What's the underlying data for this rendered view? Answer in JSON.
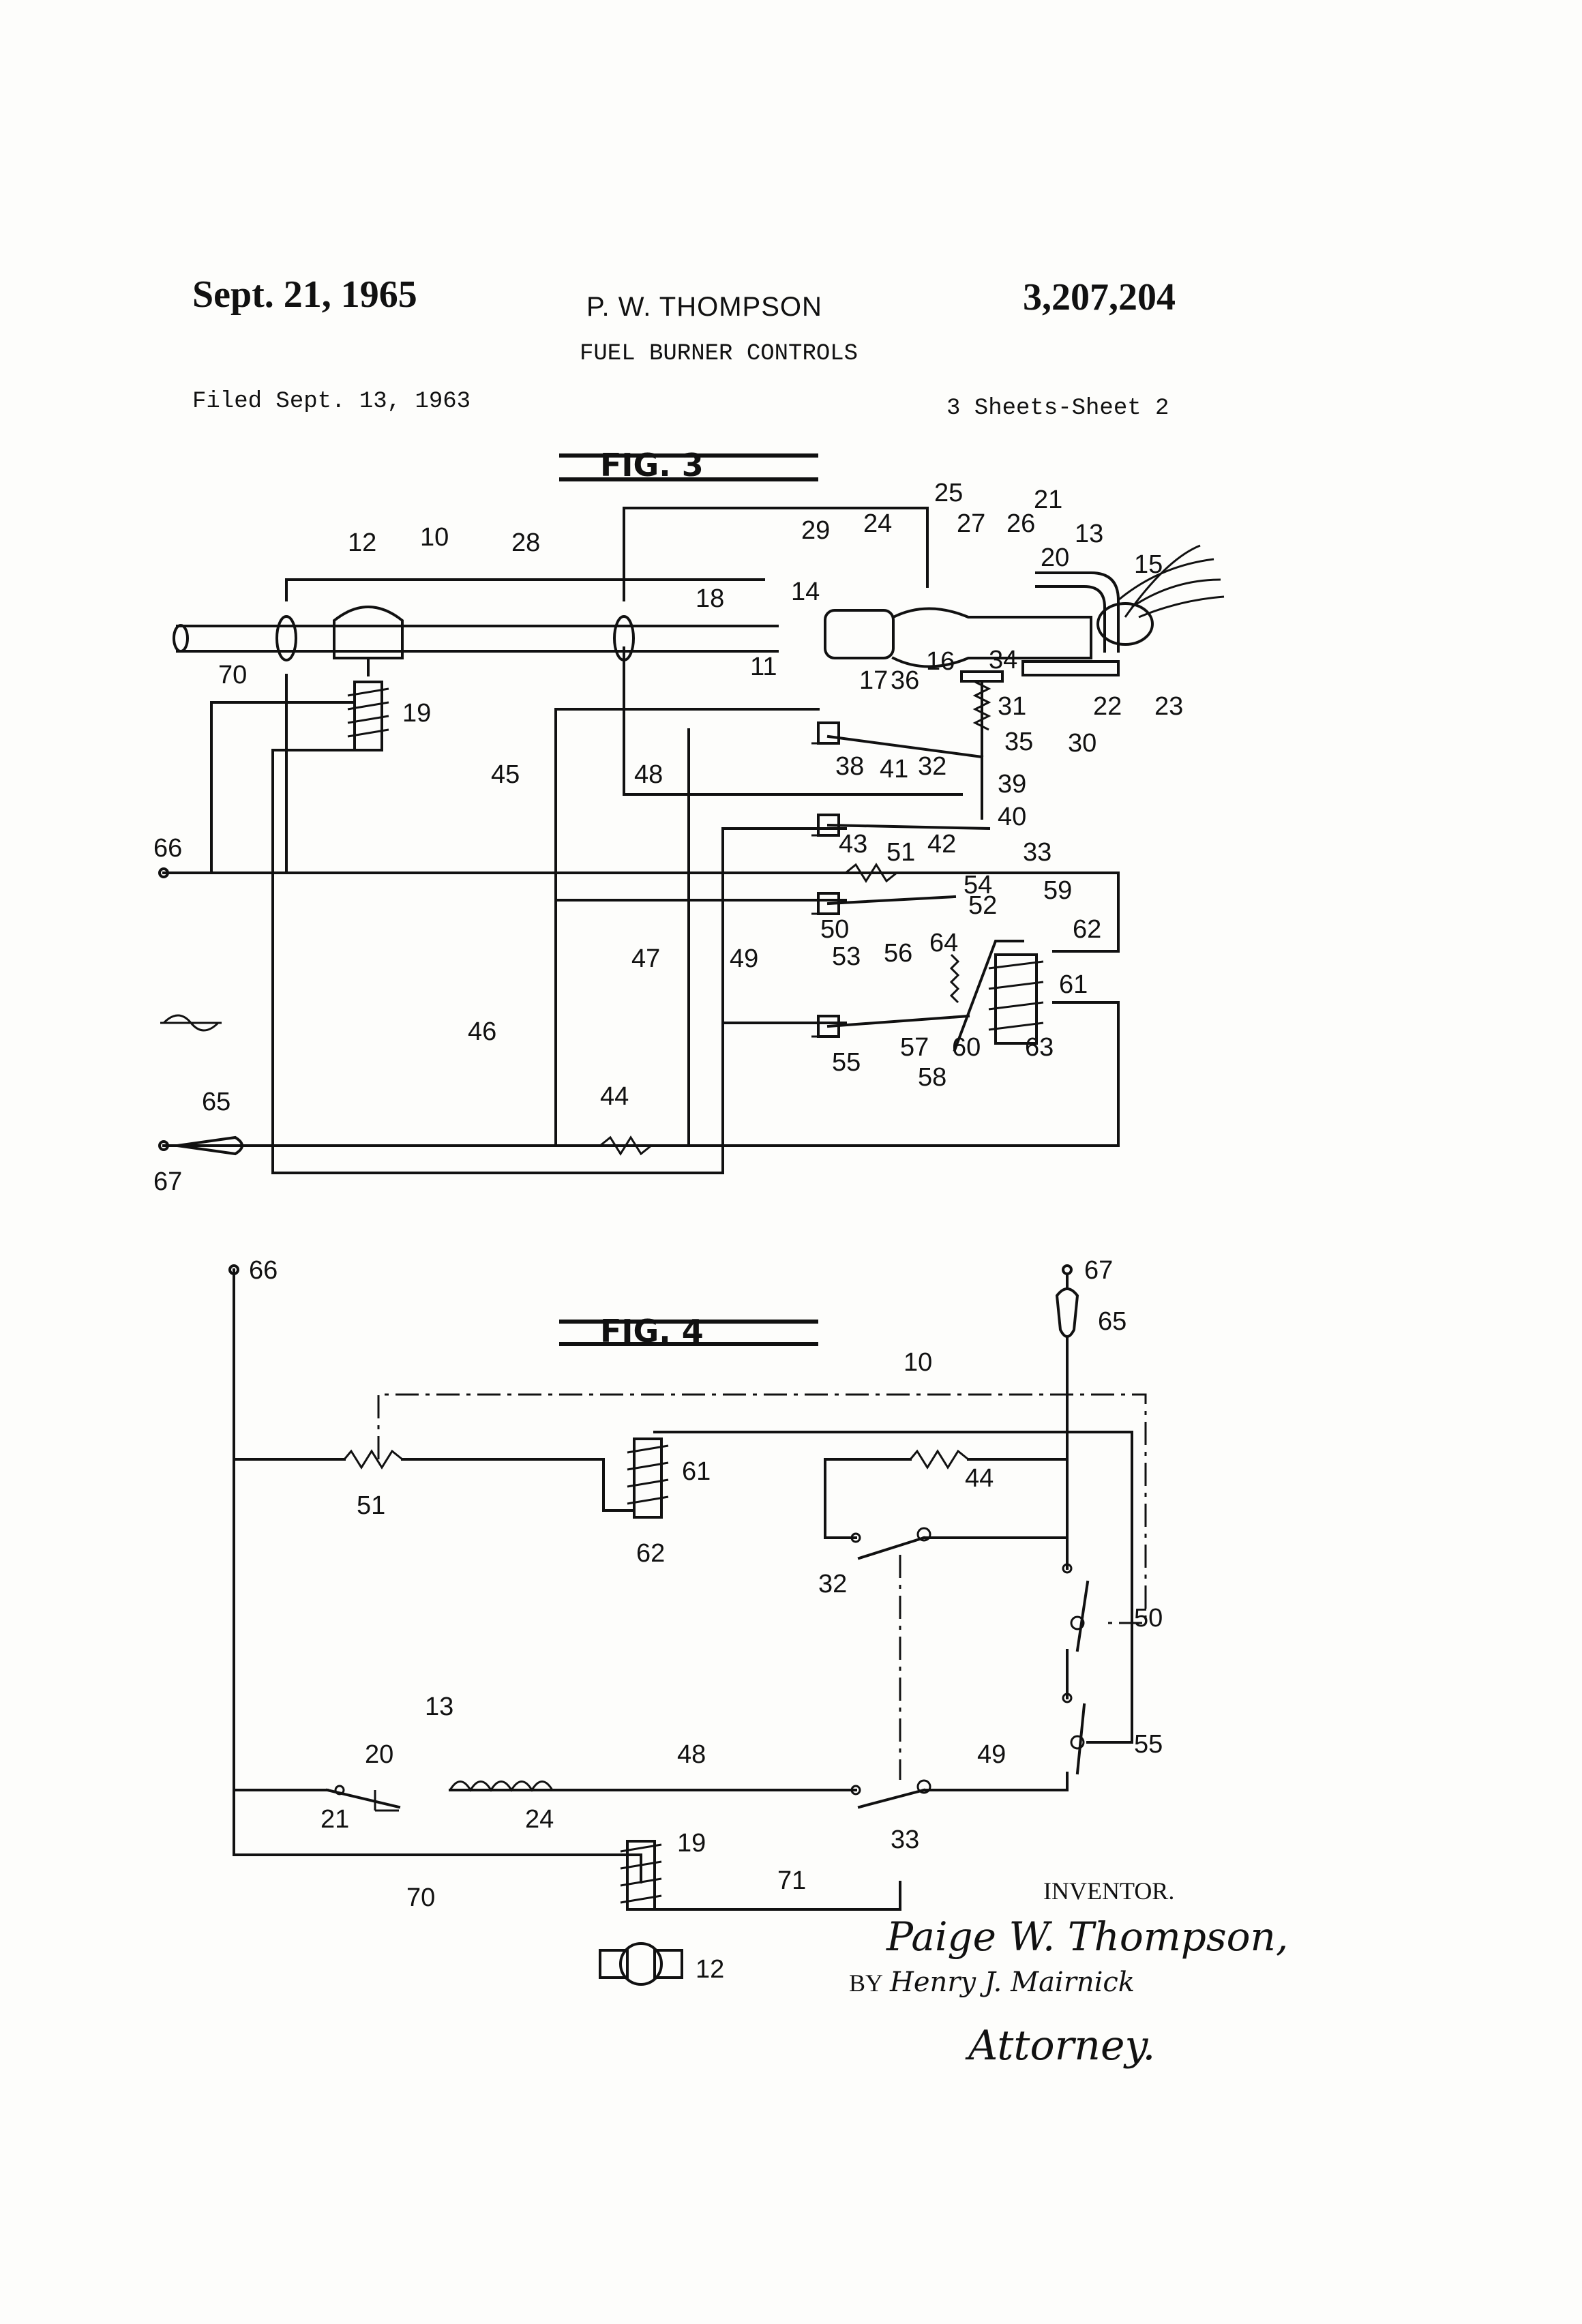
{
  "header": {
    "date": "Sept. 21, 1965",
    "inventor_name": "P. W. THOMPSON",
    "patent_number": "3,207,204",
    "title": "FUEL BURNER CONTROLS",
    "filed": "Filed Sept. 13, 1963",
    "sheets": "3 Sheets-Sheet 2"
  },
  "fig3": {
    "title": "FIG. 3",
    "labels": [
      "10",
      "12",
      "28",
      "18",
      "14",
      "11",
      "17",
      "16",
      "36",
      "34",
      "31",
      "35",
      "32",
      "38",
      "39",
      "41",
      "40",
      "42",
      "43",
      "33",
      "51",
      "54",
      "52",
      "50",
      "53",
      "59",
      "62",
      "64",
      "56",
      "61",
      "57",
      "60",
      "63",
      "55",
      "58",
      "29",
      "24",
      "25",
      "27",
      "26",
      "21",
      "20",
      "13",
      "15",
      "22",
      "23",
      "30",
      "70",
      "19",
      "66",
      "45",
      "48",
      "47",
      "49",
      "46",
      "44",
      "65",
      "67"
    ],
    "ac_symbol": "~"
  },
  "fig4": {
    "title": "FIG. 4",
    "labels": [
      "66",
      "67",
      "65",
      "10",
      "51",
      "61",
      "44",
      "62",
      "32",
      "50",
      "55",
      "13",
      "20",
      "48",
      "49",
      "21",
      "24",
      "33",
      "19",
      "70",
      "71",
      "12"
    ]
  },
  "signature": {
    "inventor_label": "INVENTOR.",
    "inventor": "Paige W. Thompson,",
    "by": "BY",
    "attorney_name": "Henry J. Mairnick",
    "attorney": "Attorney."
  }
}
